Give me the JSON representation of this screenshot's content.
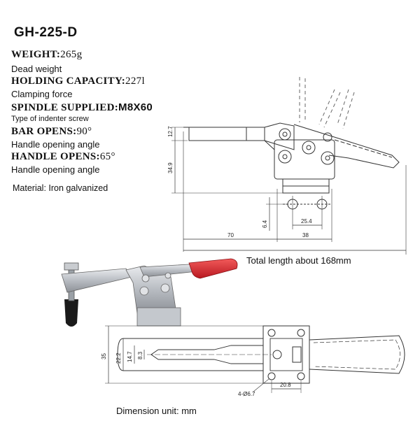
{
  "model": "GH-225-D",
  "specs": {
    "weight_label": "WEIGHT:",
    "weight_value": "265g",
    "weight_sub": "Dead weight",
    "capacity_label": "HOLDING CAPACITY:",
    "capacity_value": "227l",
    "capacity_sub": "Clamping force",
    "spindle_label": "SPINDLE SUPPLIED:",
    "spindle_value": "M8X60",
    "spindle_sub": "Type of indenter screw",
    "bar_label": "BAR OPENS:",
    "bar_value": "90°",
    "bar_sub": "Handle opening angle",
    "handle_label": "HANDLE OPENS:",
    "handle_value": "65°",
    "handle_sub": "Handle opening angle"
  },
  "material": "Material: Iron galvanized",
  "total_length": "Total length about 168mm",
  "dimension_unit": "Dimension unit: mm",
  "dims": {
    "d12_7": "12.7",
    "d34_9": "34.9",
    "d6_4": "6.4",
    "d25_4": "25.4",
    "d70": "70",
    "d38": "38",
    "d35": "35",
    "d22_2": "22.2",
    "d14_7": "14.7",
    "d8_3": "8.3",
    "d4_hole": "4-Ø6.7",
    "d20_8": "20.8"
  },
  "colors": {
    "handle_red": "#d8242b",
    "metal": "#b8bcc2",
    "rubber": "#1a1a1a"
  }
}
